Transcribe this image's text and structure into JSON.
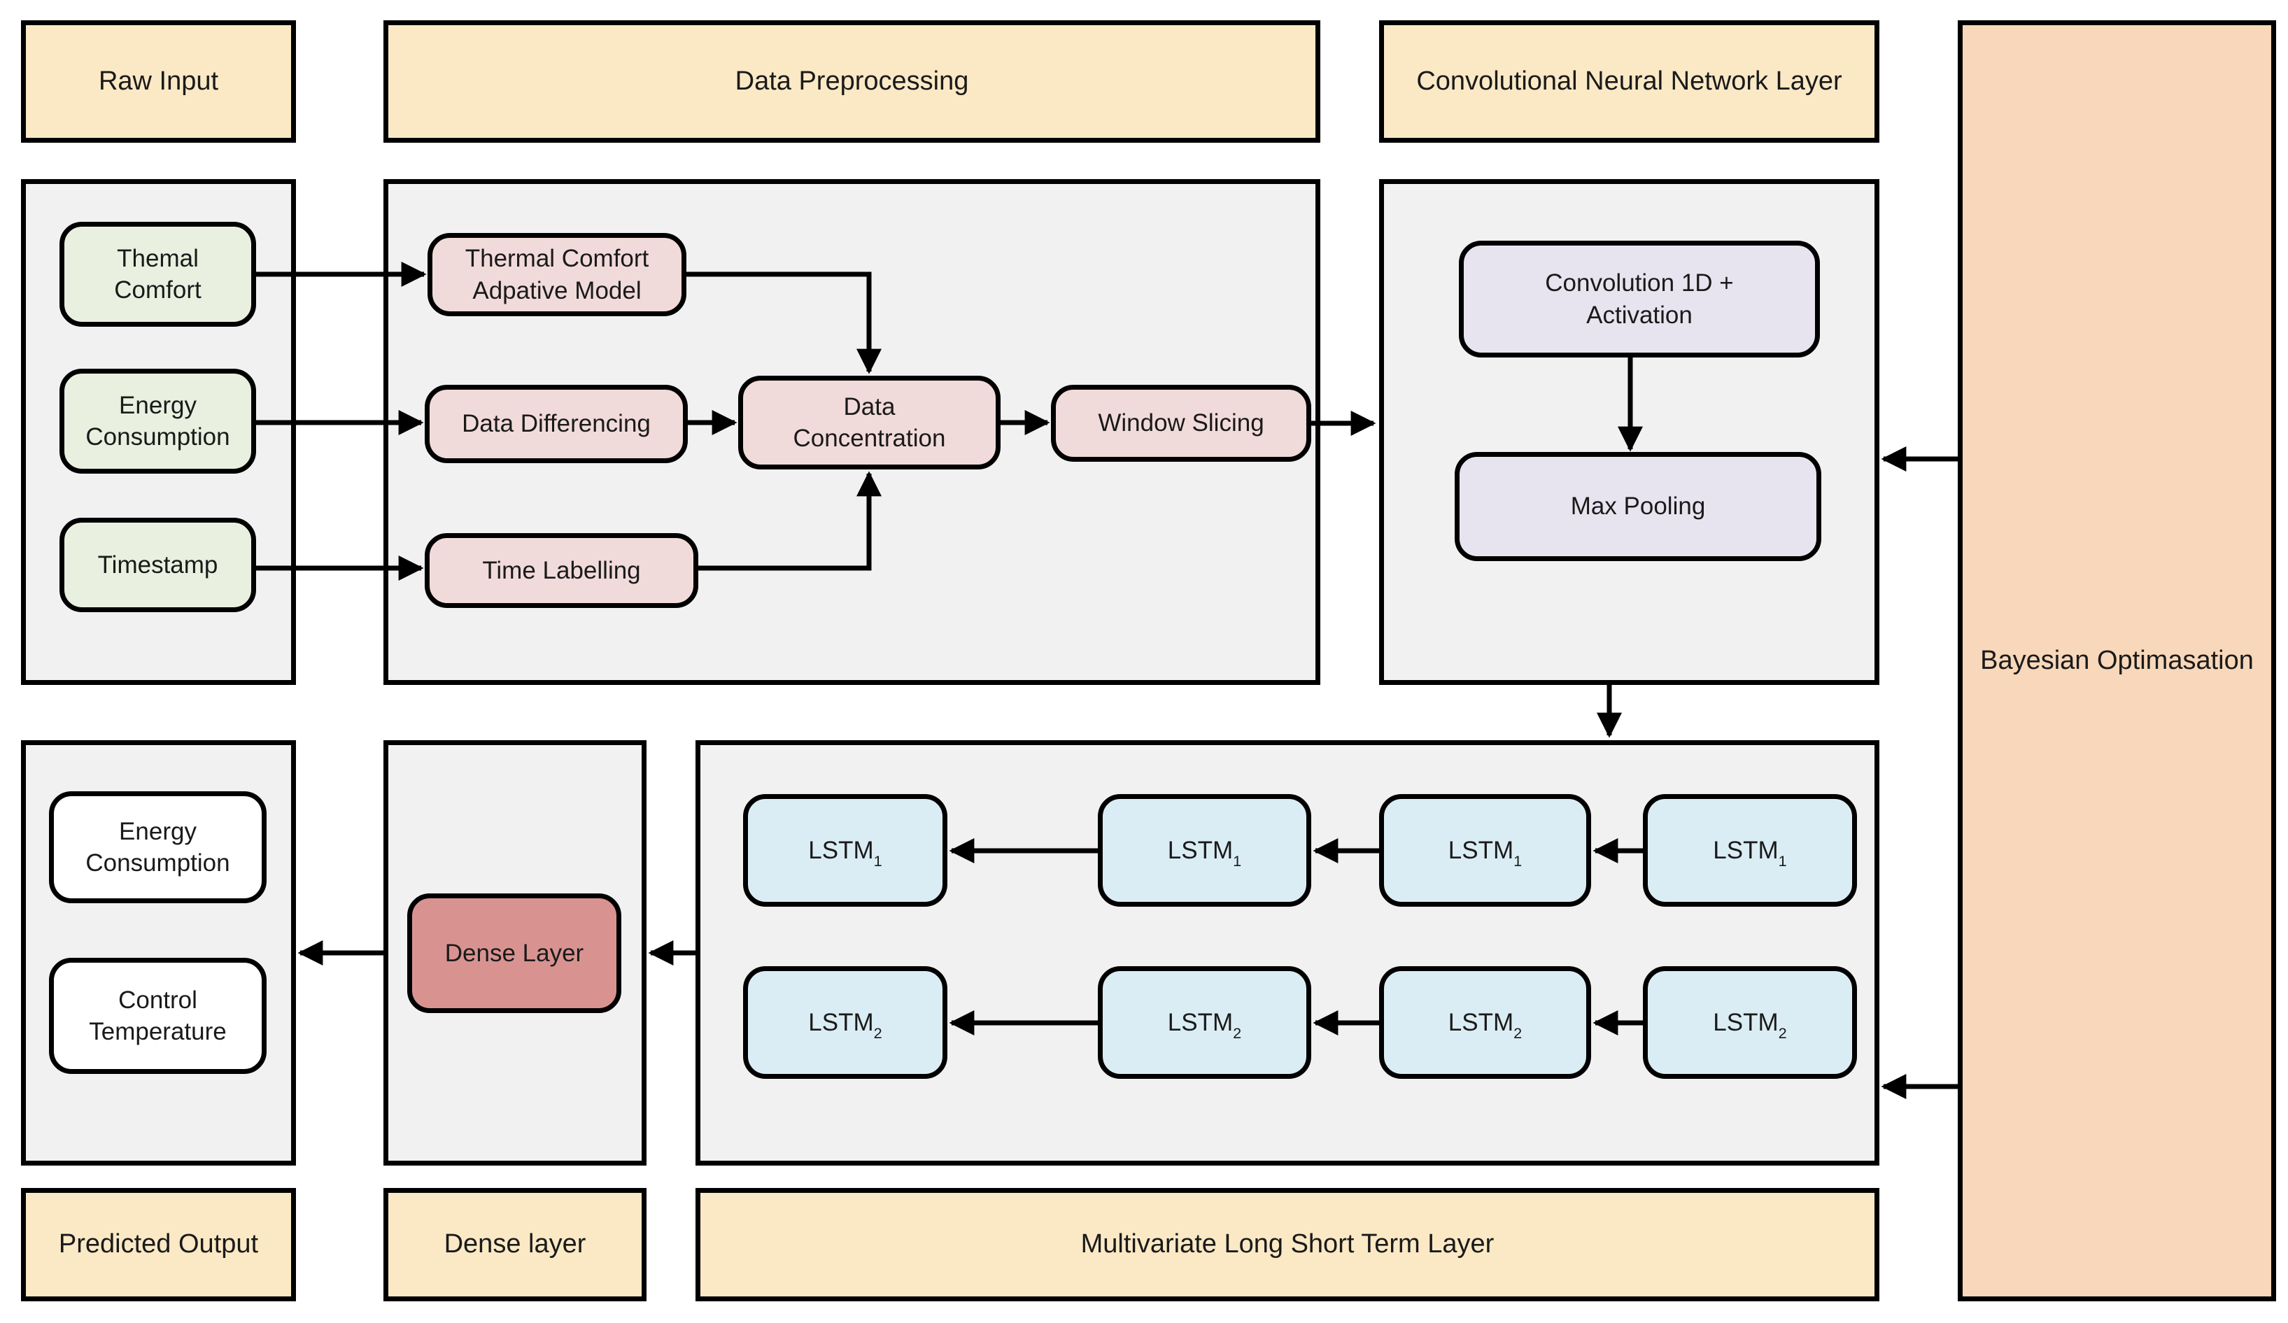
{
  "headers": {
    "raw_input": "Raw Input",
    "data_preprocessing": "Data Preprocessing",
    "cnn_layer": "Convolutional Neural Network Layer"
  },
  "bayesian": {
    "label": "Bayesian Optimasation"
  },
  "raw_input": {
    "items": [
      "Themal Comfort",
      "Energy Consumption",
      "Timestamp"
    ]
  },
  "preprocessing": {
    "thermal_model": "Thermal Comfort Adpative Model",
    "data_differencing": "Data Differencing",
    "time_labelling": "Time Labelling",
    "data_concentration": "Data Concentration",
    "window_slicing": "Window Slicing"
  },
  "cnn": {
    "convolution": "Convolution 1D + Activation",
    "max_pooling": "Max Pooling"
  },
  "lstm": {
    "row1": {
      "base": "LSTM",
      "sub": "1"
    },
    "row2": {
      "base": "LSTM",
      "sub": "2"
    }
  },
  "dense": {
    "label": "Dense Layer"
  },
  "predicted": {
    "items": [
      "Energy Consumption",
      "Control Temperature"
    ]
  },
  "footers": {
    "predicted_output": "Predicted Output",
    "dense_layer": "Dense layer",
    "multivariate": "Multivariate Long Short Term Layer"
  },
  "colors": {
    "header_fill": "#FBE9C5",
    "bayesian_fill": "#F8D7BA",
    "container_fill": "#F1F1F1",
    "green_fill": "#E9F0DF",
    "pink_fill": "#F1DBDA",
    "lavender_fill": "#E8E4EF",
    "blue_fill": "#DBEDF4",
    "red_fill": "#D89391",
    "white_fill": "#FFFFFF",
    "line_color": "#000000"
  }
}
